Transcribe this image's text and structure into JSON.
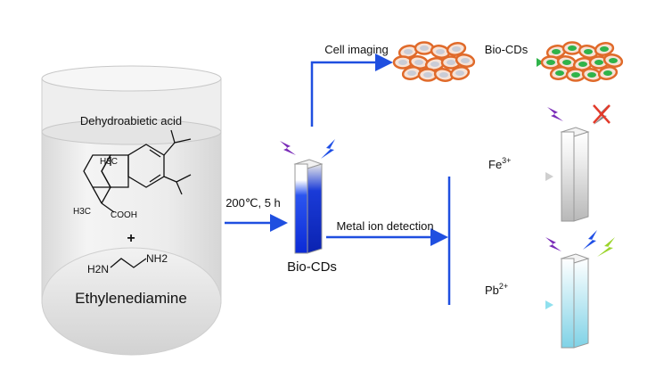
{
  "reactor": {
    "reagent1": "Dehydroabietic acid",
    "reagent2": "Ethylenediamine",
    "plus": "+",
    "struct_h3c_top": "H3C",
    "struct_h3c_bottom": "H3C",
    "struct_cooh": "COOH",
    "struct_h2n": "H2N",
    "struct_nh2": "NH2"
  },
  "step": {
    "condition": "200℃,  5 h",
    "product": "Bio-CDs"
  },
  "branches": {
    "cell_imaging": "Cell imaging",
    "cell_reagent": "Bio-CDs",
    "metal_detection": "Metal ion detection",
    "fe_ion": "Fe",
    "fe_charge": "3+",
    "pb_ion": "Pb",
    "pb_charge": "2+"
  },
  "colors": {
    "arrow_blue": "#1f4fe0",
    "vial_blue": "#1133dd",
    "cell_orange": "#e06a2a",
    "cell_inner_gray": "#c9ccd6",
    "cell_inner_green": "#2fb34a",
    "lightning_purple": "#7a2bb8",
    "lightning_blue": "#1e4ee6",
    "lightning_green": "#9bd42a",
    "cross_red": "#e23a2a"
  }
}
